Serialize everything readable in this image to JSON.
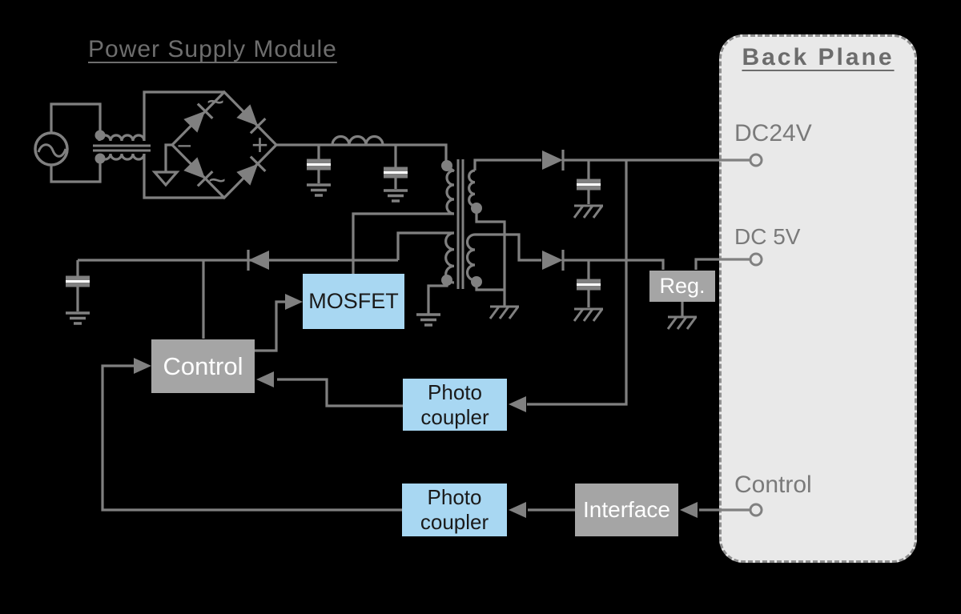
{
  "diagram": {
    "title": "Power Supply Module",
    "module_blocks": {
      "mosfet": "MOSFET",
      "control": "Control",
      "photo_coupler_top": "Photo coupler",
      "photo_coupler_bottom": "Photo coupler",
      "interface": "Interface",
      "regulator": "Reg."
    },
    "bridge_symbols": {
      "ac_top": "~",
      "ac_bottom": "~",
      "minus": "−",
      "plus": "+"
    },
    "backplane": {
      "title": "Back Plane",
      "ports": {
        "dc24v": "DC24V",
        "dc5v": "DC 5V",
        "control": "Control"
      }
    },
    "colors": {
      "background": "#000000",
      "wire": "#808080",
      "block_blue": "#a8d7f2",
      "block_gray": "#a5a5a5",
      "backplane_fill": "#e9e9e9",
      "label_gray": "#6e6e6e"
    }
  }
}
